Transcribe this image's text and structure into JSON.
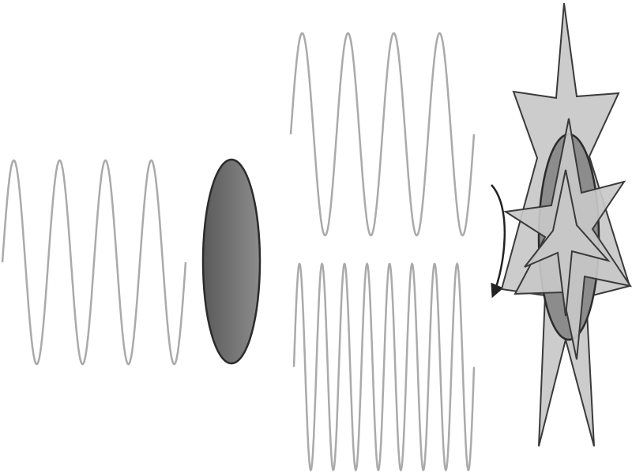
{
  "diagram": {
    "text": [],
    "waves": {
      "incident": {
        "cycles": 4
      },
      "scattered_same_frequency": {
        "cycles": 4
      },
      "scattered_higher_frequency": {
        "cycles": 8
      }
    },
    "elements": {
      "molecule": "ellipse",
      "arrow": "curved-arrow",
      "excited_molecule": "ellipse-with-star-bursts"
    },
    "colors": {
      "wave": "#aaaaaa",
      "molecule_fill_light": "#8c8c8c",
      "molecule_fill_dark": "#5a5a5a",
      "outline": "#2b2b2b",
      "star_fill": "#c8c8c8",
      "star_stroke": "#3a3a3a",
      "arrow": "#222222",
      "background": "#ffffff"
    }
  }
}
